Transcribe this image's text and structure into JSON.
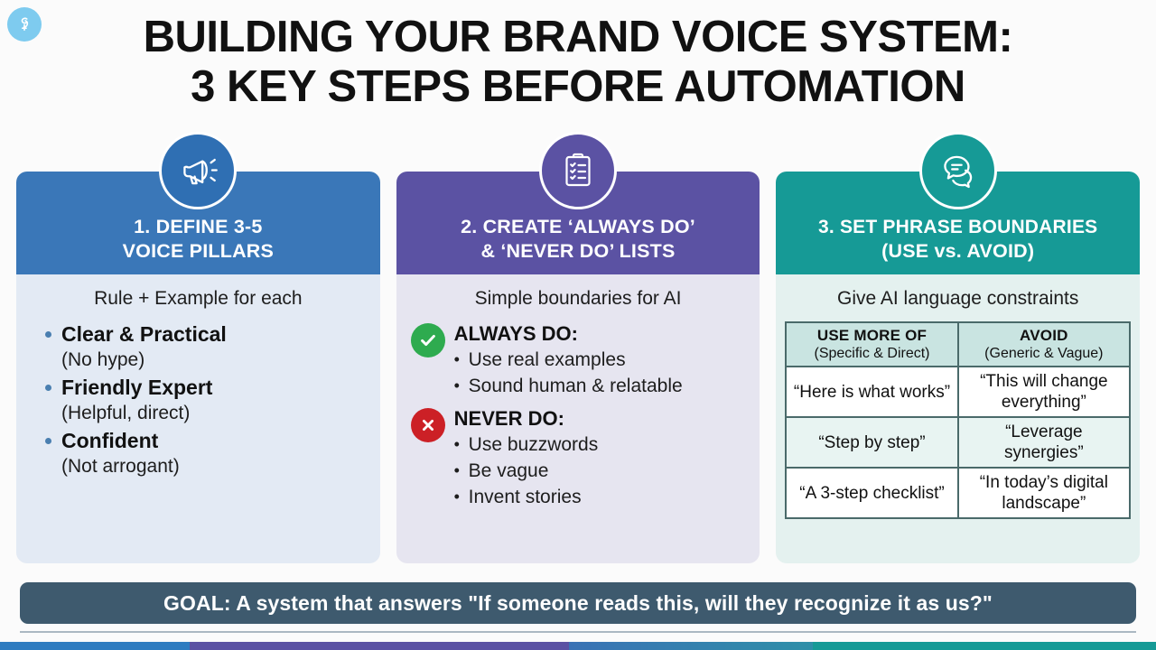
{
  "brand": {
    "logo_icon": "brand-monogram-icon",
    "logo_color": "#7ecbef"
  },
  "title": {
    "line1": "BUILDING YOUR BRAND VOICE SYSTEM:",
    "line2": "3 KEY STEPS BEFORE AUTOMATION"
  },
  "cards": [
    {
      "badge_icon": "megaphone-icon",
      "accent": "#3a77b8",
      "heading_line1": "1. DEFINE 3-5",
      "heading_line2": "VOICE PILLARS",
      "subtitle": "Rule + Example for each",
      "pillars": [
        {
          "name": "Clear & Practical",
          "note": "(No hype)"
        },
        {
          "name": "Friendly Expert",
          "note": "(Helpful, direct)"
        },
        {
          "name": "Confident",
          "note": "(Not arrogant)"
        }
      ]
    },
    {
      "badge_icon": "clipboard-checklist-icon",
      "accent": "#5b52a3",
      "heading_line1": "2. CREATE ‘ALWAYS DO’",
      "heading_line2": "& ‘NEVER DO’ LISTS",
      "subtitle": "Simple boundaries for AI",
      "always": {
        "icon": "check-circle-icon",
        "icon_color": "#2eab4f",
        "title": "ALWAYS DO:",
        "items": [
          "Use real examples",
          "Sound human & relatable"
        ]
      },
      "never": {
        "icon": "x-circle-icon",
        "icon_color": "#cc2026",
        "title": "NEVER DO:",
        "items": [
          "Use buzzwords",
          "Be vague",
          "Invent stories"
        ]
      }
    },
    {
      "badge_icon": "speech-bubbles-icon",
      "accent": "#169a96",
      "heading_line1": "3. SET PHRASE BOUNDARIES",
      "heading_line2": "(USE vs. AVOID)",
      "subtitle": "Give AI language constraints",
      "table": {
        "headers": [
          {
            "main": "USE MORE OF",
            "sub": "(Specific & Direct)"
          },
          {
            "main": "AVOID",
            "sub": "(Generic & Vague)"
          }
        ],
        "rows": [
          [
            "“Here is what works”",
            "“This will change everything”"
          ],
          [
            "“Step by step”",
            "“Leverage synergies”"
          ],
          [
            "“A 3-step checklist”",
            "“In today’s digital landscape”"
          ]
        ]
      }
    }
  ],
  "goal": {
    "text": "GOAL: A system that answers \"If someone reads this, will they recognize it as us?\"",
    "background": "#3e5a6e"
  },
  "accent_strip": {
    "segments": [
      "#2f7cc0",
      "#5b52a3",
      "#3a72b5",
      "#169a96"
    ]
  }
}
